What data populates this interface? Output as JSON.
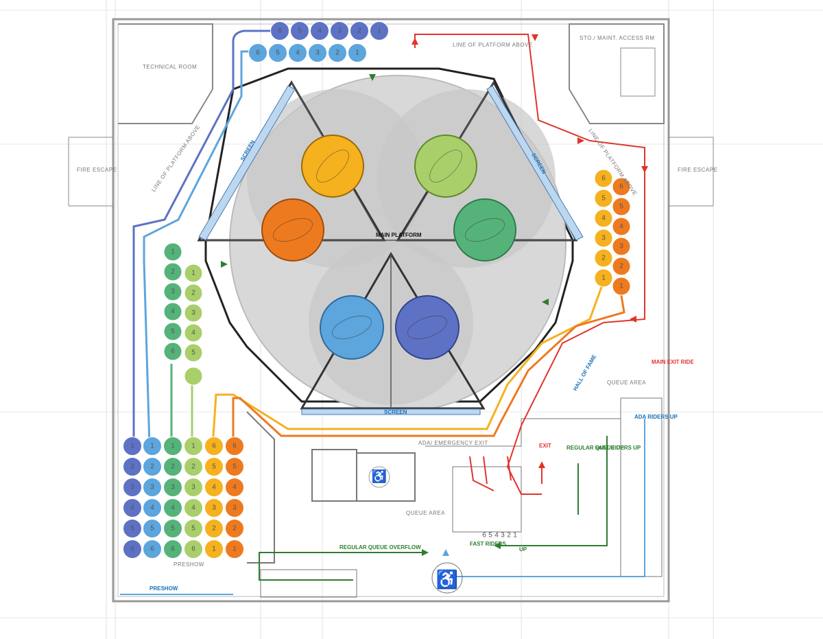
{
  "rooms": {
    "technical_room": "TECHNICAL ROOM",
    "sto_maint": "STO./ MAINT. ACCESS RM",
    "fire_escape_left": "FIRE ESCAPE",
    "fire_escape_right": "FIRE ESCAPE",
    "line_platform_top": "LINE OF PLATFORM ABOVE",
    "line_platform_left": "LINE OF PLATFORM ABOVE",
    "line_platform_right": "LINE OF PLATFORM ABOVE",
    "queue_area_right": "QUEUE AREA",
    "queue_area_bottom": "QUEUE AREA",
    "ada_emergency": "ADA/ EMERGENCY EXIT",
    "preshow_room": "PRESHOW"
  },
  "platform": {
    "main_label": "MAIN PLATFORM",
    "screen_left": "SCREEN",
    "screen_right": "SCREEN",
    "screen_bottom": "SCREEN"
  },
  "labels": {
    "main_exit": "MAIN EXIT RIDE",
    "hall_of_fame": "HALL OF FAME",
    "ada_riders": "ADA RIDERS UP",
    "exit": "EXIT",
    "regular_queue": "REGULAR QUEUE UP",
    "fast_riders_up": "FAST RIDERS UP",
    "fast_riders_bottom": "FAST RIDERS",
    "up": "UP",
    "regular_overflow": "REGULAR QUEUE OVERFLOW",
    "preshow_route": "PRESHOW"
  },
  "colors": {
    "violet": "#5d72c4",
    "blue": "#5ca5dd",
    "teal": "#55b37a",
    "lightgreen": "#a9cf6a",
    "yellow": "#f5b11e",
    "orange": "#ee7a1f",
    "red": "#e0342b",
    "darkgreen": "#2e7d32",
    "platform_grey": "#d2d2d2"
  },
  "queues": {
    "top_row_1": [
      "6",
      "5",
      "4",
      "3",
      "2",
      "1"
    ],
    "top_row_2": [
      "6",
      "5",
      "4",
      "3",
      "2",
      "1"
    ],
    "left_col_1": [
      "1",
      "2",
      "3",
      "4",
      "5",
      "6"
    ],
    "left_col_2": [
      "1",
      "2",
      "3",
      "4",
      "5"
    ],
    "right_col_1": [
      "6",
      "5",
      "4",
      "3",
      "2",
      "1"
    ],
    "right_col_2": [
      "6",
      "5",
      "4",
      "3",
      "2",
      "1"
    ],
    "preshow_violet": [
      "1",
      "2",
      "3",
      "4",
      "5",
      "6"
    ],
    "preshow_blue": [
      "1",
      "2",
      "3",
      "4",
      "5",
      "6"
    ],
    "preshow_teal": [
      "1",
      "2",
      "3",
      "4",
      "5",
      "6"
    ],
    "preshow_lightgreen": [
      "1",
      "2",
      "3",
      "4",
      "5",
      "6"
    ],
    "preshow_yellow": [
      "6",
      "5",
      "4",
      "3",
      "2",
      "1"
    ],
    "preshow_orange": [
      "6",
      "5",
      "4",
      "3",
      "2",
      "1"
    ],
    "stair_steps": [
      "6",
      "5",
      "4",
      "3",
      "2",
      "1"
    ]
  }
}
